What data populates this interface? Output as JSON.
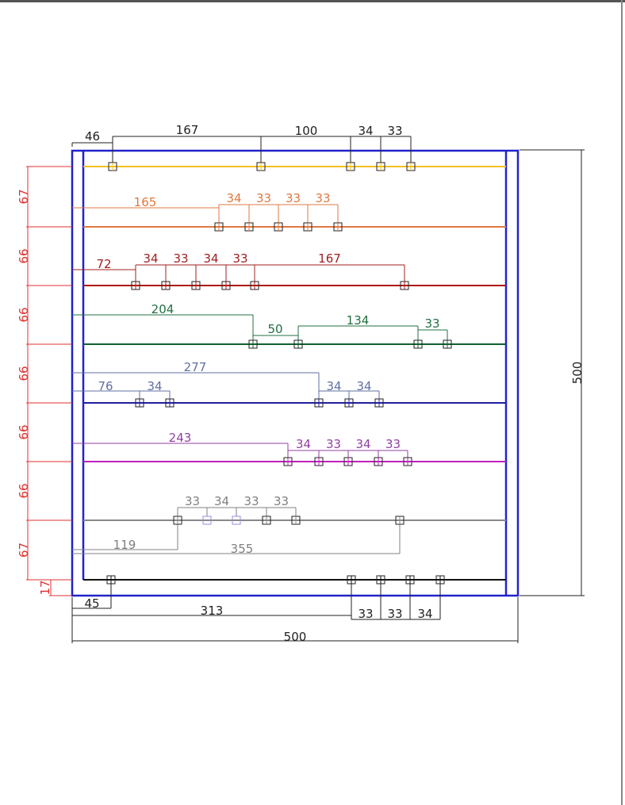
{
  "colors": {
    "frame": "#2222cc",
    "dim_black": "#222222",
    "dim_red": "#e03030",
    "rows": [
      "#f0c020",
      "#e07840",
      "#b01818",
      "#106030",
      "#2020a0",
      "#c020c0",
      "#888888",
      "#111111"
    ],
    "label_rows": [
      "#222222",
      "#e07840",
      "#a02020",
      "#207040",
      "#6070a0",
      "#9040a0",
      "#808080",
      "#222222"
    ]
  },
  "overall": {
    "width_label": "500",
    "height_label": "500"
  },
  "row_gaps": [
    "67",
    "66",
    "66",
    "66",
    "66",
    "66",
    "67",
    "17"
  ],
  "rows": [
    {
      "name": "row-1",
      "offset_label": "46",
      "spacings": [
        "167",
        "100",
        "34",
        "33"
      ]
    },
    {
      "name": "row-2",
      "offset_label": "165",
      "spacings": [
        "34",
        "33",
        "33",
        "33"
      ]
    },
    {
      "name": "row-3",
      "offset_label": "72",
      "spacings": [
        "34",
        "33",
        "34",
        "33",
        "167"
      ]
    },
    {
      "name": "row-4",
      "offset_label": "204",
      "spacings": [
        "50",
        "134",
        "33"
      ]
    },
    {
      "name": "row-5",
      "offset_label": "76",
      "spacings": [
        "34",
        "277",
        "34",
        "34"
      ]
    },
    {
      "name": "row-6",
      "offset_label": "243",
      "spacings": [
        "34",
        "33",
        "34",
        "33"
      ]
    },
    {
      "name": "row-7",
      "offset_label": "119",
      "spacings": [
        "33",
        "34",
        "33",
        "33",
        "355"
      ]
    },
    {
      "name": "row-8",
      "offset_label": "45",
      "spacings": [
        "313",
        "33",
        "33",
        "34"
      ]
    }
  ]
}
